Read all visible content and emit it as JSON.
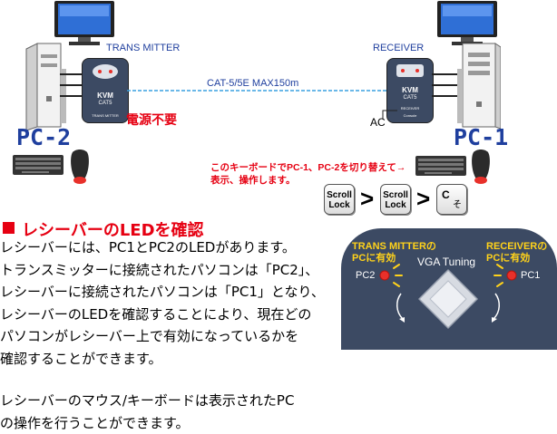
{
  "diagram": {
    "transmitter_label": "TRANS MITTER",
    "receiver_label": "RECEIVER",
    "cable_label": "CAT-5/5E  MAX150m",
    "no_power_label": "電源不要",
    "ac_label": "AC",
    "pc2_label": "PC-2",
    "pc1_label": "PC-1",
    "keyboard_note_line1": "このキーボードでPC-1、PC-2を切り替えて→",
    "keyboard_note_line2": "表示、操作します。",
    "device_logo_top": "KVM",
    "device_logo_bottom": "CAT5",
    "transmitter_caption": "TRANS MITTER",
    "receiver_caption": "RECEIVER",
    "console_label": "Console",
    "keys": [
      {
        "line1": "Scroll",
        "line2": "Lock"
      },
      {
        "line1": "Scroll",
        "line2": "Lock"
      },
      {
        "line1": "C",
        "line2": "そ"
      }
    ],
    "key_separator": ">"
  },
  "section": {
    "title": "レシーバーのLEDを確認",
    "paragraph1": [
      "レシーバーには、PC1とPC2のLEDがあります。",
      "トランスミッターに接続されたパソコンは「PC2」、",
      "レシーバーに接続されたパソコンは「PC1」となり、",
      "レシーバーのLEDを確認することにより、現在どの",
      "パソコンがレシーバー上で有効になっているかを",
      "確認することができます。"
    ],
    "paragraph2": [
      "レシーバーのマウス/キーボードは表示されたPC",
      "の操作を行うことができます。"
    ]
  },
  "panel": {
    "left_note_line1": "TRANS MITTERの",
    "left_note_line2": "PCに有効",
    "right_note_line1": "RECEIVERの",
    "right_note_line2": "PCに有効",
    "vga_label": "VGA Tuning",
    "pc2_led_label": "PC2",
    "pc1_led_label": "PC1",
    "background_color": "#3c4a63",
    "note_color": "#ffd21a",
    "led_color": "#e8302a"
  },
  "colors": {
    "title_accent": "#e60012",
    "pc_label": "#1f3f9e",
    "cable": "#3aa0e0",
    "red_text": "#e60012"
  }
}
